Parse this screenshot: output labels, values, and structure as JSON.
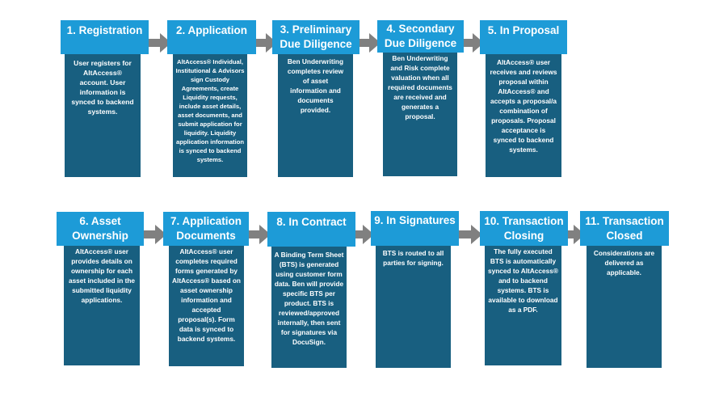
{
  "colors": {
    "header_bg": "#1d9bd7",
    "body_bg": "#185f80",
    "arrow": "#808080",
    "text": "#ffffff"
  },
  "steps": [
    {
      "number": 1,
      "title": "1. Registration",
      "description": "User registers for AltAccess® account. User information is synced to backend systems."
    },
    {
      "number": 2,
      "title": "2. Application",
      "description": "AltAccess® Individual, Institutional & Advisors sign Custody Agreements, create Liquidity requests, include asset details, asset documents, and submit application for liquidity. Liquidity application information is synced to backend systems."
    },
    {
      "number": 3,
      "title": "3. Preliminary Due Diligence",
      "description": "Ben Underwriting completes review of asset information and documents provided."
    },
    {
      "number": 4,
      "title": "4. Secondary Due Diligence",
      "description": "Ben Underwriting and Risk complete valuation when all required documents are received and generates a proposal."
    },
    {
      "number": 5,
      "title": "5. In Proposal",
      "description": "AltAccess® user receives and reviews proposal within AltAccess® and accepts a proposal/a combination of proposals. Proposal acceptance is synced to backend systems."
    },
    {
      "number": 6,
      "title": "6. Asset Ownership",
      "description": "AltAccess® user provides details on ownership for each asset included in the submitted liquidity applications."
    },
    {
      "number": 7,
      "title": "7. Application Documents",
      "description": "AltAccess® user completes required forms generated by AltAccess® based on asset ownership information and accepted proposal(s). Form data is synced to backend systems."
    },
    {
      "number": 8,
      "title": "8. In Contract",
      "description": "A Binding Term Sheet (BTS) is generated using customer form data. Ben will provide specific BTS per product. BTS is reviewed/approved internally, then sent for signatures via DocuSign."
    },
    {
      "number": 9,
      "title": "9. In Signatures",
      "description": "BTS is routed to all parties for signing."
    },
    {
      "number": 10,
      "title": "10. Transaction Closing",
      "description": "The fully executed BTS is automatically synced to AltAccess® and to backend systems. BTS is available to download as a PDF."
    },
    {
      "number": 11,
      "title": "11. Transaction Closed",
      "description": "Considerations are delivered as applicable."
    }
  ]
}
